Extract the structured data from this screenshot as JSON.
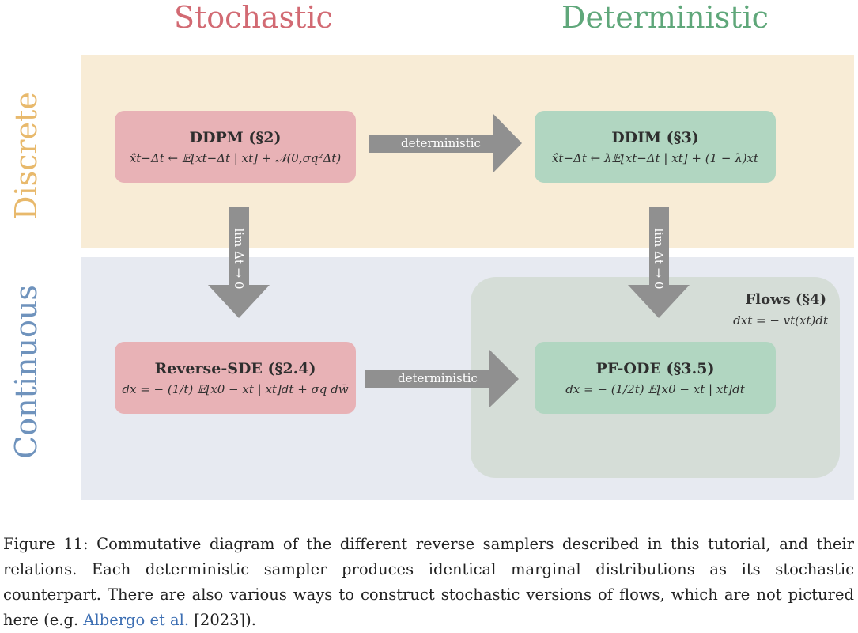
{
  "colors": {
    "stochastic": "#d26a73",
    "deterministic": "#5fa77a",
    "discrete": "#e8b96c",
    "continuous": "#6f93bd",
    "discrete_band": "#f8ecd6",
    "continuous_band": "#e7eaf1",
    "stochastic_box": "#e8b2b6",
    "deterministic_box": "#b1d6c1",
    "arrow": "#909090"
  },
  "columns": {
    "stochastic": "Stochastic",
    "deterministic": "Deterministic"
  },
  "rows": {
    "discrete": "Discrete",
    "continuous": "Continuous"
  },
  "boxes": {
    "ddpm": {
      "title": "DDPM (§2)",
      "equation": "x̂t−Δt ← 𝔼[xt−Δt | xt] + 𝒩(0,σq²Δt)"
    },
    "ddim": {
      "title": "DDIM (§3)",
      "equation": "x̂t−Δt ← λ𝔼[xt−Δt | xt] + (1 − λ)xt"
    },
    "reverse_sde": {
      "title": "Reverse-SDE (§2.4)",
      "equation": "dx = − (1/t) 𝔼[x0 − xt | xt]dt + σq dw̄"
    },
    "pf_ode": {
      "title": "PF-ODE (§3.5)",
      "equation": "dx = − (1/2t) 𝔼[x0 − xt | xt]dt"
    }
  },
  "flows": {
    "title": "Flows (§4)",
    "equation": "dxt = − vt(xt)dt"
  },
  "arrows": {
    "top_horizontal": "deterministic",
    "bottom_horizontal": "deterministic",
    "left_vertical": "lim Δt → 0",
    "right_vertical": "lim Δt → 0"
  },
  "caption": {
    "text": "Figure 11: Commutative diagram of the different reverse samplers described in this tutorial, and their relations. Each deterministic sampler produces identical marginal distributions as its stochastic counterpart. There are also various ways to construct stochastic versions of flows, which are not pictured here (e.g. ",
    "citation": "Albergo et al.",
    "citation_year": "[2023]",
    "tail": ")."
  }
}
